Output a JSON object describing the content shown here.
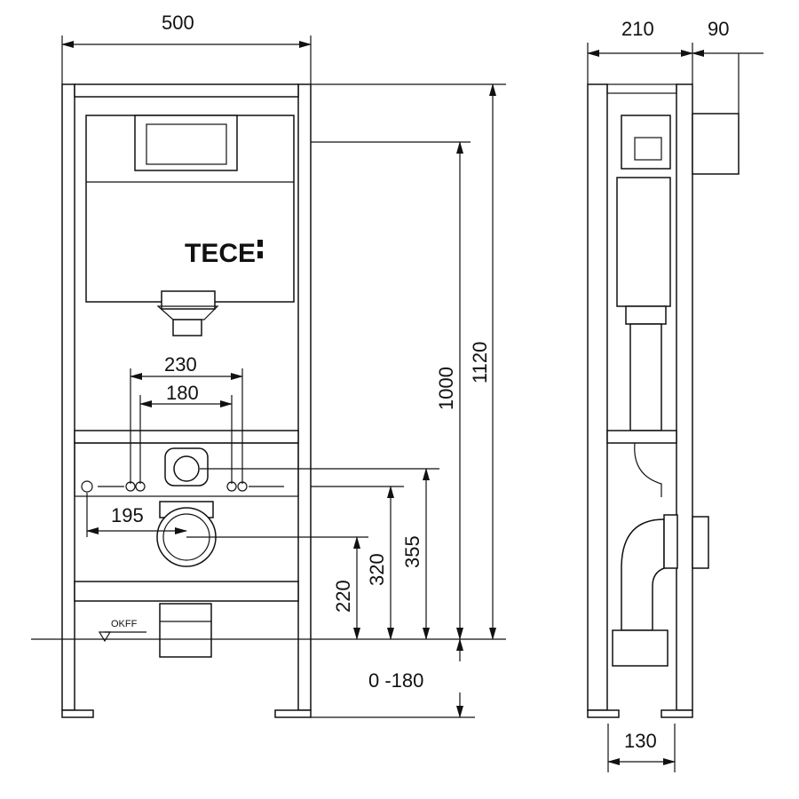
{
  "title": "TECE installation frame dimension drawing",
  "logo": "TECE",
  "floor_label": "OKFF",
  "front_view": {
    "width": "500",
    "height_total": "1120",
    "height_actuator": "1000",
    "height_connection": "355",
    "height_outlet": "320",
    "height_drain": "220",
    "floor_adjust": "0 -180",
    "fixing_230": "230",
    "fixing_180": "180",
    "offset_195": "195"
  },
  "side_view": {
    "depth": "210",
    "extra_depth": "90",
    "foot_width": "130"
  }
}
